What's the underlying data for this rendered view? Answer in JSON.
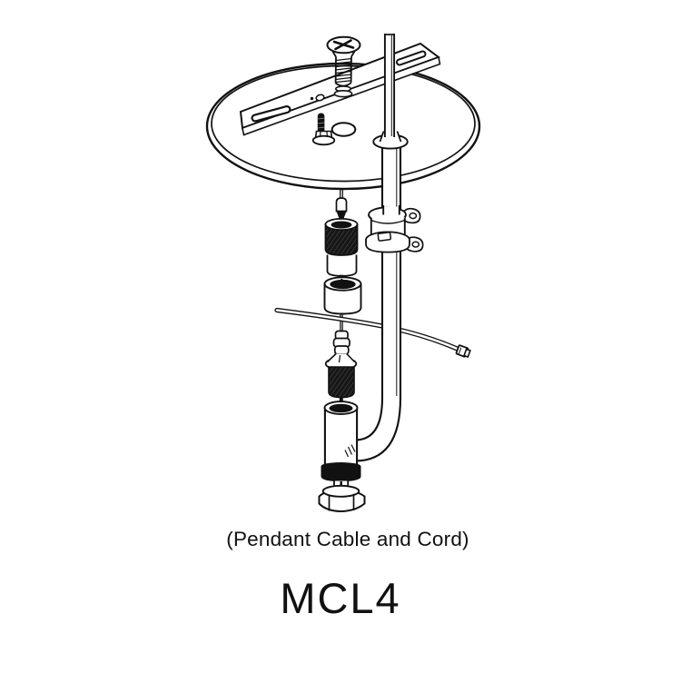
{
  "page": {
    "background": "#ffffff",
    "line_color": "#111111"
  },
  "figure": {
    "caption": "(Pendant Cable and Cord)",
    "model": "MCL4",
    "type": "exploded-assembly-line-drawing",
    "parts": [
      "canopy-plate",
      "mounting-crossbar",
      "crossbar-slot-left",
      "crossbar-slot-right",
      "flat-head-phillips-screw",
      "thread-coil",
      "pan-head-screw",
      "canopy-hole",
      "cord-grommet",
      "hang-straight-rod",
      "cord-tube-elbow",
      "tube-clamp-collar",
      "clamp-ear-top",
      "clamp-ear-bottom",
      "cable-ferrule",
      "knurled-cable-gripper",
      "coupler-cylinder",
      "socket-cup",
      "steel-cable",
      "cable-end-fitting",
      "ferrule-stack",
      "funnel-gripper",
      "cord-connector-body",
      "lock-band",
      "threaded-stem",
      "washer",
      "hex-nut"
    ]
  }
}
